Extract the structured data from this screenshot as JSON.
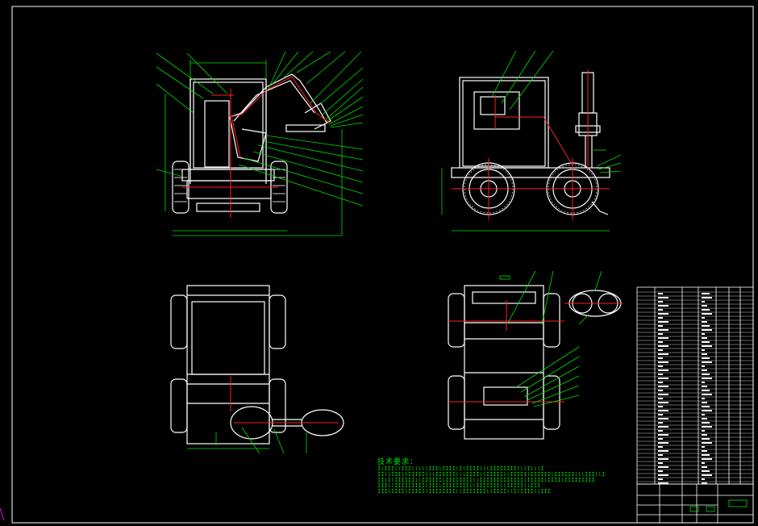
{
  "drawing": {
    "tech_requirements_title": "技术要求：",
    "tech_lines": [
      "IlIIIllIIIlllllIIIlIIIIlIlIIIIlllIIIIIIIIlllIlllI",
      "IIllIIIllIIIIIlllIIIIIIlllIIIIllIIIIIllIIIIIlIIIIIIlIIIIIIlllIIIllI",
      "IIlIlIIIIIIllIIIIIIlIIIIIIIIllIIIIIIIIIIIIIlIIIIIlIIIIlIIIIIIIII",
      "IIIllIIIIIIIIIlIIIlIIIIIIIIllIIIIIIIllIIIIIllIII",
      "IIIlIIIIlIIIIIlIIIIIIIIllIIIIIIIllIIIIllIlIIIIllIII"
    ],
    "colors": {
      "line": "#ffffff",
      "dimension": "#00e000",
      "center": "#ff2020",
      "highlight": "#ff00ff",
      "background": "#000000"
    }
  }
}
